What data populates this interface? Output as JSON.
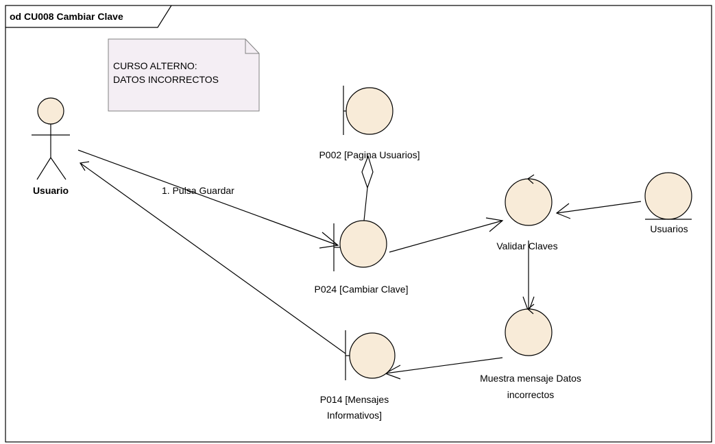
{
  "frame": {
    "title": "od CU008 Cambiar Clave"
  },
  "note": {
    "lines": [
      "CURSO ALTERNO:",
      "DATOS INCORRECTOS"
    ]
  },
  "actor": {
    "name": "Usuario"
  },
  "boundaries": {
    "pagina_usuarios": {
      "label": "P002 [Pagina Usuarios]"
    },
    "cambiar_clave": {
      "label": "P024 [Cambiar Clave]"
    },
    "mensajes": {
      "lines": [
        "P014 [Mensajes",
        "Informativos]"
      ]
    }
  },
  "controls": {
    "validar": {
      "label": "Validar Claves"
    },
    "muestra": {
      "lines": [
        "Muestra mensaje Datos",
        "incorrectos"
      ]
    }
  },
  "entity": {
    "label": "Usuarios"
  },
  "messages": {
    "pulsa_guardar": "1. Pulsa Guardar"
  },
  "colors": {
    "element_fill": "#f8ebd8",
    "note_fill": "#f4eef4",
    "stroke": "#000000",
    "note_stroke": "#808080"
  }
}
